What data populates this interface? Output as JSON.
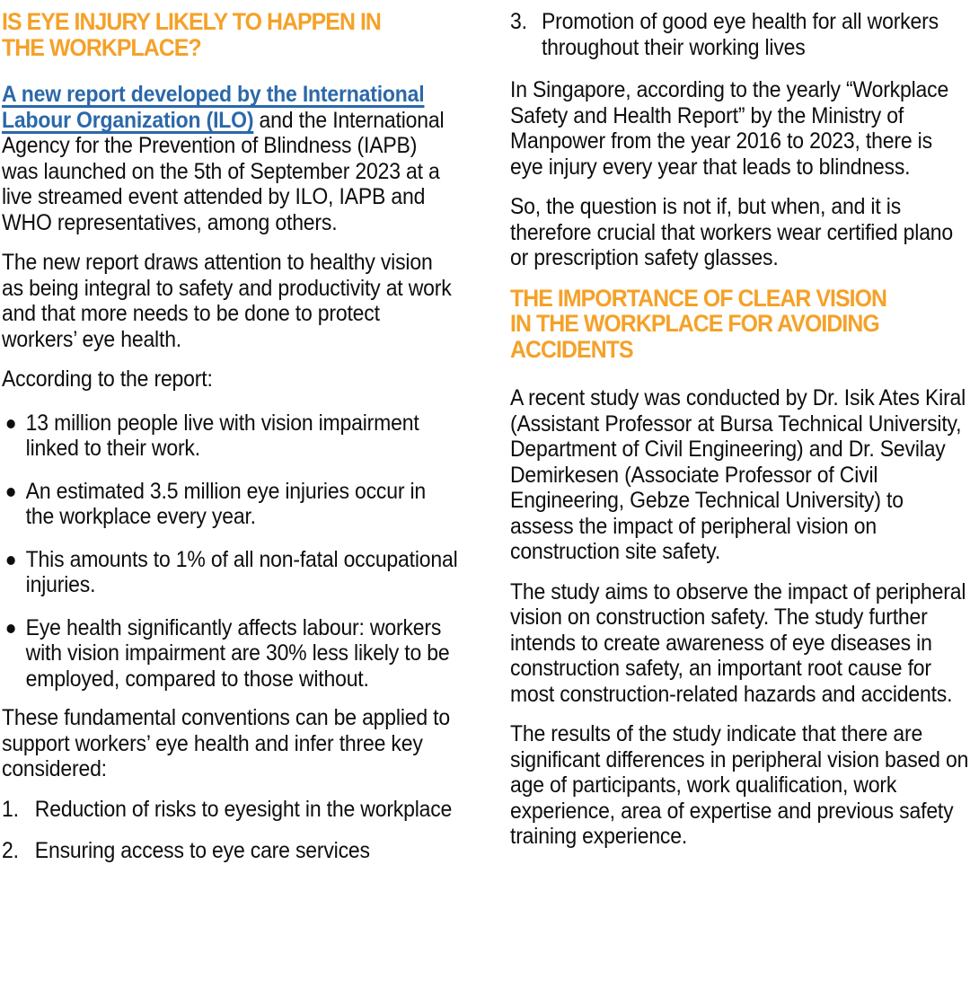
{
  "colors": {
    "heading": "#F5A128",
    "link": "#2B68A9",
    "text": "#0E0E0E",
    "background": "#FFFFFF"
  },
  "left_column": {
    "heading": "IS EYE INJURY LIKELY TO HAPPEN IN\nTHE WORKPLACE?",
    "intro_paragraph": {
      "link_text": "A new report developed by the International Labour Organization (ILO)",
      "after_link_text": " and the International Agency for the Prevention of Blindness (IAPB) was launched on the 5th of September 2023 at a live streamed event attended by ILO, IAPB and WHO representatives, among others."
    },
    "paragraph_report": "The new report draws attention to healthy vision as being integral to safety and productivity at work and that more needs to be done to protect workers’ eye health.",
    "paragraph_according": "According to the report:",
    "bullets": [
      "13 million people live with vision impairment linked to their work.",
      "An estimated 3.5 million eye injuries occur in the workplace every year.",
      "This amounts to 1% of all non-fatal occupational injuries.",
      "Eye health significantly affects labour: workers with vision impairment are 30% less likely to be employed, compared to those without."
    ],
    "paragraph_conventions": "These fundamental conventions can be applied to support workers’ eye health and infer three key considered:",
    "numbered_items": [
      {
        "number": "1.",
        "text": "Reduction of risks to eyesight in the workplace"
      },
      {
        "number": "2.",
        "text": "Ensuring access to eye care services"
      }
    ]
  },
  "right_column": {
    "numbered_item": {
      "number": "3.",
      "text": "Promotion of good eye health for all workers throughout their working lives"
    },
    "paragraph_singapore": "In Singapore, according to the yearly “Workplace Safety and Health Report” by the Ministry of Manpower from the year 2016 to 2023, there is eye injury every year that leads to blindness.",
    "paragraph_question": "So, the question is not if, but when, and it is therefore crucial that workers wear certified plano or prescription safety glasses.",
    "heading": "THE IMPORTANCE OF CLEAR VISION\nIN THE WORKPLACE FOR AVOIDING\nACCIDENTS",
    "paragraph_study_intro": "A recent study was conducted by Dr. Isik Ates Kiral (Assistant Professor at Bursa Technical University, Department of Civil Engineering) and Dr. Sevilay Demirkesen (Associate Professor of Civil Engineering, Gebze Technical University) to assess the impact of peripheral vision on construction site safety.",
    "paragraph_study_aims": "The study aims to observe the impact of peripheral vision on construction safety. The study further intends to create awareness of eye diseases in construction safety, an important root cause for most construction-related hazards and accidents.",
    "paragraph_study_results": "The results of the study indicate that there are significant differences in peripheral vision based on age of participants, work qualification, work experience, area of expertise and previous safety training experience."
  }
}
